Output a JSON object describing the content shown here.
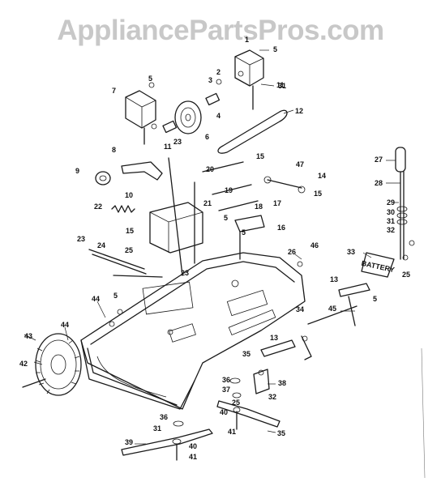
{
  "watermark": "AppliancePartsPros.com",
  "callouts": [
    "1",
    "2",
    "3",
    "4",
    "5",
    "6",
    "7",
    "8",
    "9",
    "10",
    "11",
    "12",
    "13",
    "14",
    "15",
    "16",
    "17",
    "18",
    "19",
    "20",
    "21",
    "22",
    "23",
    "24",
    "25",
    "26",
    "27",
    "28",
    "29",
    "30",
    "31",
    "32",
    "33",
    "34",
    "35",
    "36",
    "37",
    "38",
    "39",
    "40",
    "41",
    "42",
    "43",
    "44",
    "45",
    "46",
    "47"
  ],
  "decal_text": "BATTERY"
}
